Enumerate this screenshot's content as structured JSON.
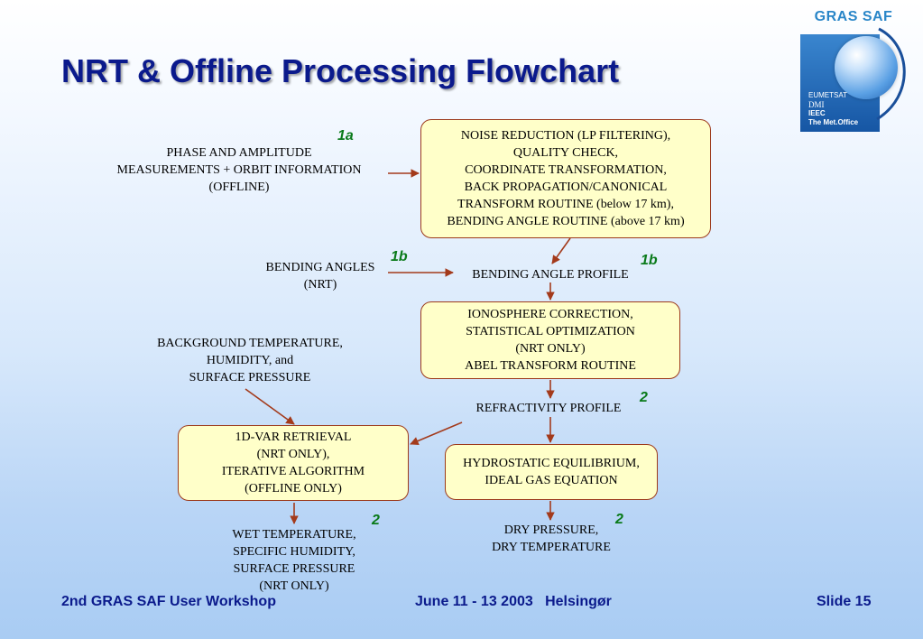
{
  "slide": {
    "title": "NRT & Offline Processing Flowchart"
  },
  "logo": {
    "title": "GRAS SAF",
    "partners": [
      "EUMETSAT",
      "DMI",
      "IEEC",
      "The Met.Office"
    ]
  },
  "flowchart": {
    "input_phase": [
      "PHASE AND AMPLITUDE",
      "MEASUREMENTS + ORBIT INFORMATION",
      "(OFFLINE)"
    ],
    "box_noise": [
      "NOISE REDUCTION (LP FILTERING),",
      "QUALITY CHECK,",
      "COORDINATE TRANSFORMATION,",
      "BACK PROPAGATION/CANONICAL",
      "TRANSFORM ROUTINE (below 17 km),",
      "BENDING ANGLE ROUTINE (above 17 km)"
    ],
    "input_bending": [
      "BENDING ANGLES",
      "(NRT)"
    ],
    "bending_profile": "BENDING ANGLE PROFILE",
    "box_iono": [
      "IONOSPHERE CORRECTION,",
      "STATISTICAL OPTIMIZATION",
      "(NRT ONLY)",
      "ABEL TRANSFORM ROUTINE"
    ],
    "input_background": [
      "BACKGROUND TEMPERATURE,",
      "HUMIDITY, and",
      "SURFACE PRESSURE"
    ],
    "refractivity_profile": "REFRACTIVITY PROFILE",
    "box_1dvar": [
      "1D-VAR RETRIEVAL",
      "(NRT ONLY),",
      "ITERATIVE ALGORITHM",
      "(OFFLINE ONLY)"
    ],
    "box_hydro": [
      "HYDROSTATIC EQUILIBRIUM,",
      "IDEAL GAS EQUATION"
    ],
    "output_wet": [
      "WET TEMPERATURE,",
      "SPECIFIC HUMIDITY,",
      "SURFACE PRESSURE",
      "(NRT ONLY)"
    ],
    "output_dry": [
      "DRY PRESSURE,",
      "DRY TEMPERATURE"
    ],
    "tags": {
      "t1a": "1a",
      "t1b_left": "1b",
      "t1b_right": "1b",
      "t2_refractivity": "2",
      "t2_wet": "2",
      "t2_dry": "2"
    },
    "colors": {
      "box_fill": "#ffffc9",
      "box_border": "#9c3a1c",
      "arrow": "#a33a1b",
      "tag": "#0a7a1a"
    }
  },
  "footer": {
    "left": "2nd GRAS SAF User Workshop",
    "center": "June 11 - 13 2003   Helsingør",
    "right": "Slide 15"
  }
}
